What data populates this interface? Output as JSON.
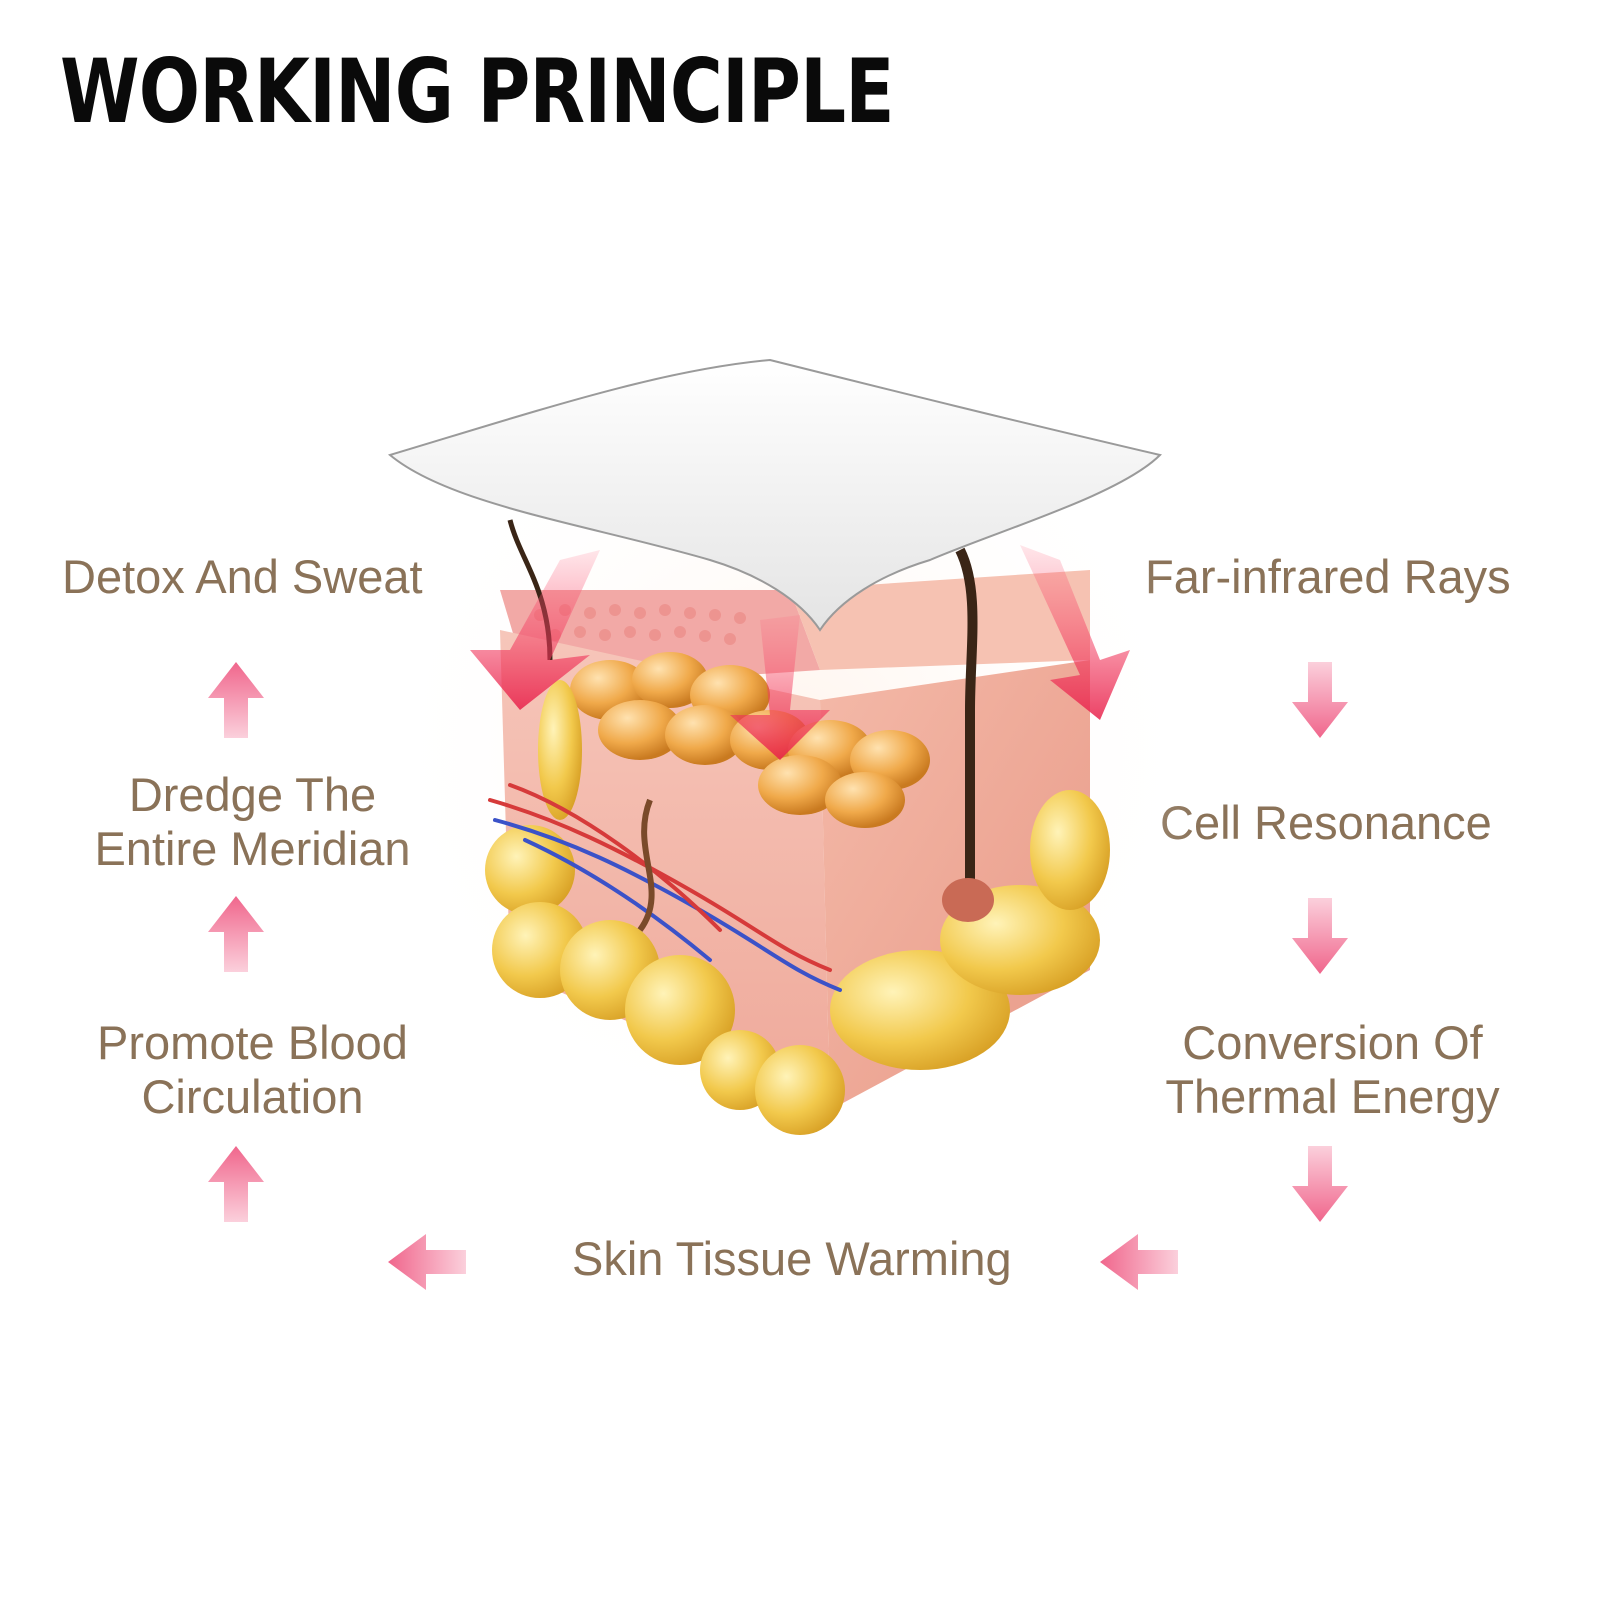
{
  "title": "WORKING PRINCIPLE",
  "steps": {
    "far_infrared": "Far-infrared Rays",
    "cell_resonance": "Cell Resonance",
    "thermal_conversion": [
      "Conversion Of",
      "Thermal Energy"
    ],
    "skin_warming": "Skin Tissue Warming",
    "blood_circulation": [
      "Promote Blood",
      "Circulation"
    ],
    "dredge_meridian": [
      "Dredge The",
      "Entire Meridian"
    ],
    "detox_sweat": "Detox And Sweat"
  },
  "colors": {
    "text": "#8a7258",
    "title": "#0a0a0a",
    "arrow": "#f27a9a"
  },
  "icons": [
    "arrow-down-icon",
    "arrow-left-icon",
    "arrow-up-icon",
    "skin-layers-illustration",
    "heat-patch"
  ]
}
